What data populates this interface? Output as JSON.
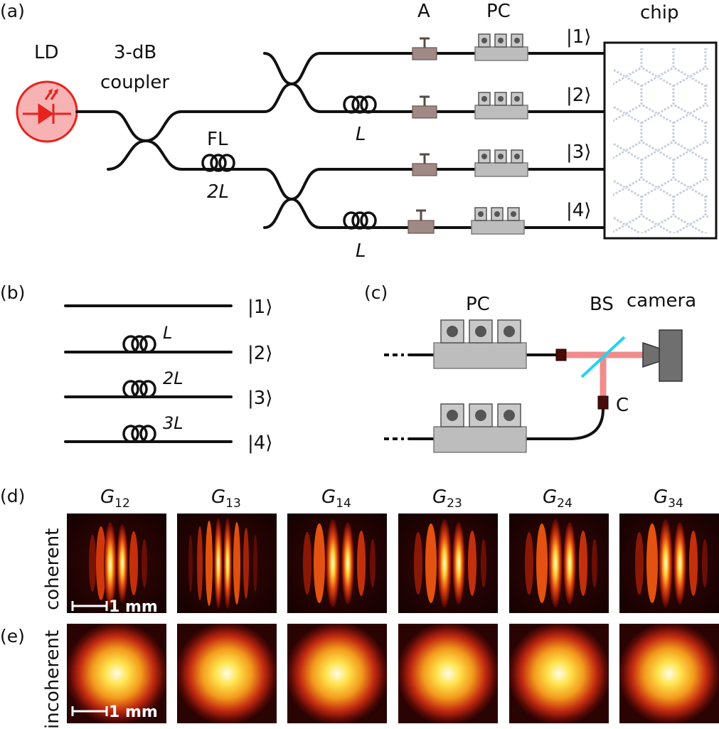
{
  "panel_labels": {
    "a": "(a)",
    "b": "(b)",
    "c": "(c)",
    "d": "(d)",
    "e": "(e)"
  },
  "panel_a": {
    "ld": "LD",
    "coupler_line1": "3-dB",
    "coupler_line2": "coupler",
    "fl": "FL",
    "fl_length": "2L",
    "length_upper": "L",
    "length_lower": "L",
    "attenuator": "A",
    "pc": "PC",
    "chip": "chip",
    "ports": [
      "|1⟩",
      "|2⟩",
      "|3⟩",
      "|4⟩"
    ]
  },
  "panel_b": {
    "states": [
      "|1⟩",
      "|2⟩",
      "|3⟩",
      "|4⟩"
    ],
    "lengths": [
      "",
      "L",
      "2L",
      "3L"
    ]
  },
  "panel_c": {
    "pc": "PC",
    "bs": "BS",
    "camera": "camera",
    "collimator": "C"
  },
  "panel_de": {
    "columns": [
      {
        "base": "G",
        "sub": "12"
      },
      {
        "base": "G",
        "sub": "13"
      },
      {
        "base": "G",
        "sub": "14"
      },
      {
        "base": "G",
        "sub": "23"
      },
      {
        "base": "G",
        "sub": "24"
      },
      {
        "base": "G",
        "sub": "34"
      }
    ],
    "row_coherent": "coherent",
    "row_incoherent": "incoherent",
    "scalebar": "1 mm"
  },
  "colors": {
    "laser_fill": "#f7b3b3",
    "laser_stroke": "#e8231e",
    "beam": "#f08c8c",
    "beamsplitter": "#22d3ee",
    "collimator": "#4a0b0b",
    "camera": "#6f6f6f"
  }
}
